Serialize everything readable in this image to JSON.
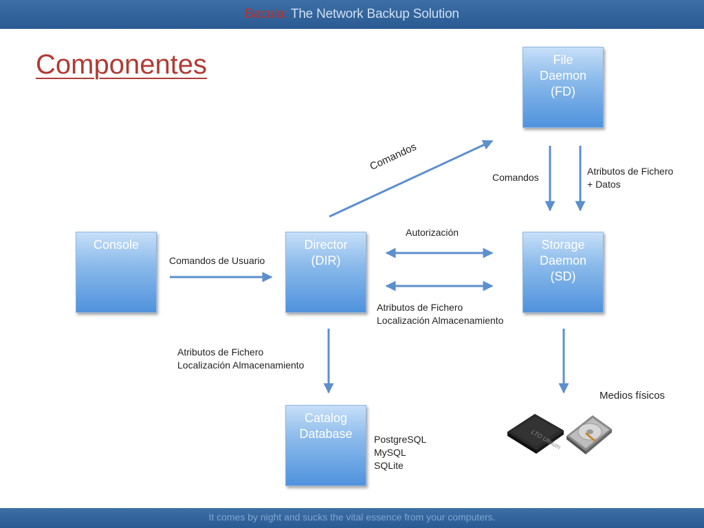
{
  "header": {
    "brand": "Bacula:",
    "subtitle": " The Network Backup Solution"
  },
  "footer": {
    "tagline": "It comes by night and sucks the vital essence from your computers."
  },
  "slide": {
    "title": "Componentes"
  },
  "nodes": {
    "console": {
      "lines": [
        "Console"
      ]
    },
    "director": {
      "lines": [
        "Director",
        "(DIR)"
      ]
    },
    "file_daemon": {
      "lines": [
        "File",
        "Daemon",
        "(FD)"
      ]
    },
    "storage_daemon": {
      "lines": [
        "Storage",
        "Daemon",
        "(SD)"
      ]
    },
    "catalog": {
      "lines": [
        "Catalog",
        "Database"
      ]
    }
  },
  "edges": {
    "console_to_dir": "Comandos de Usuario",
    "dir_to_fd": "Comandos",
    "fd_to_sd_cmd": "Comandos",
    "fd_to_sd_data": [
      "Atributos de Fichero",
      "+ Datos"
    ],
    "dir_sd_auth": "Autorización",
    "dir_sd_attrs": [
      "Atributos de Fichero",
      "Localización Almacenamiento"
    ],
    "dir_to_catalog": [
      "Atributos de Fichero",
      "Localización Almacenamiento"
    ]
  },
  "catalog_engines": [
    "PostgreSQL",
    "MySQL",
    "SQLite"
  ],
  "media": {
    "label": "Medios físicos",
    "tape_text": "LTO Ultrium"
  },
  "colors": {
    "accent": "#b13a33",
    "arrow": "#5b8fcd",
    "box": "#4f92dd",
    "bar": "#2f5f96"
  }
}
